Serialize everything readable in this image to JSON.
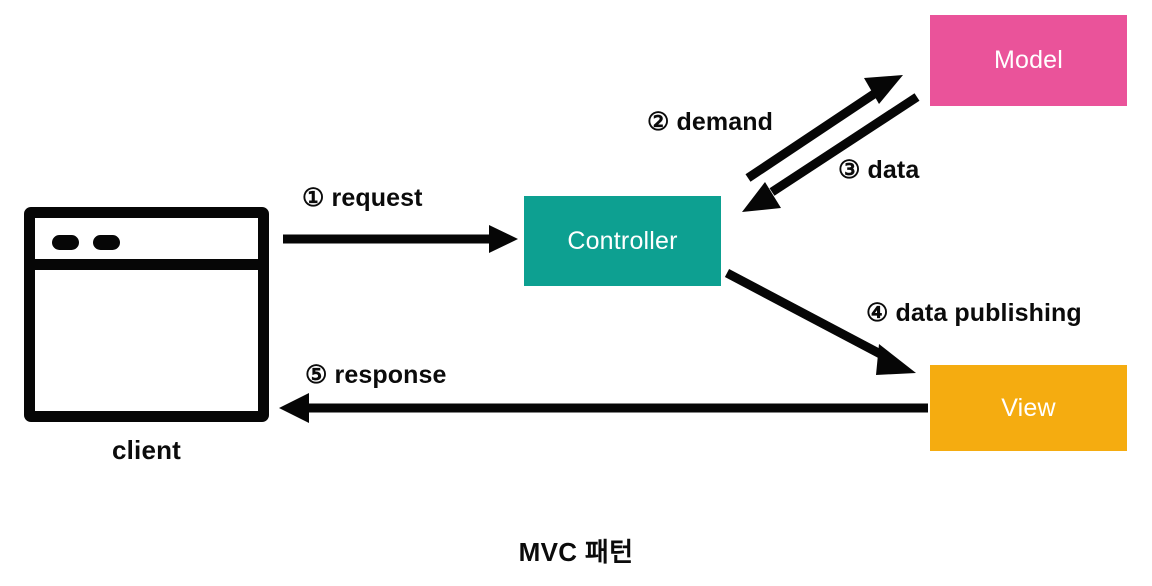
{
  "diagram": {
    "caption": "MVC 패턴",
    "type": "mvc-pattern-flow"
  },
  "nodes": {
    "client": {
      "label": "client",
      "icon": "browser-window-icon"
    },
    "controller": {
      "label": "Controller",
      "color": "#0DA091"
    },
    "model": {
      "label": "Model",
      "color": "#EA539A"
    },
    "view": {
      "label": "View",
      "color": "#F5AC10"
    }
  },
  "flows": [
    {
      "step": "①",
      "label": "① request",
      "from": "client",
      "to": "controller",
      "direction": "right"
    },
    {
      "step": "②",
      "label": "② demand",
      "from": "controller",
      "to": "model",
      "direction": "up-right"
    },
    {
      "step": "③",
      "label": "③ data",
      "from": "model",
      "to": "controller",
      "direction": "down-left"
    },
    {
      "step": "④",
      "label": "④ data publishing",
      "from": "controller",
      "to": "view",
      "direction": "down-right"
    },
    {
      "step": "⑤",
      "label": "⑤ response",
      "from": "view",
      "to": "client",
      "direction": "left"
    }
  ],
  "colors": {
    "model": "#EA539A",
    "controller": "#0DA091",
    "view": "#F5AC10",
    "stroke": "#060606",
    "background": "#FFFFFF"
  }
}
